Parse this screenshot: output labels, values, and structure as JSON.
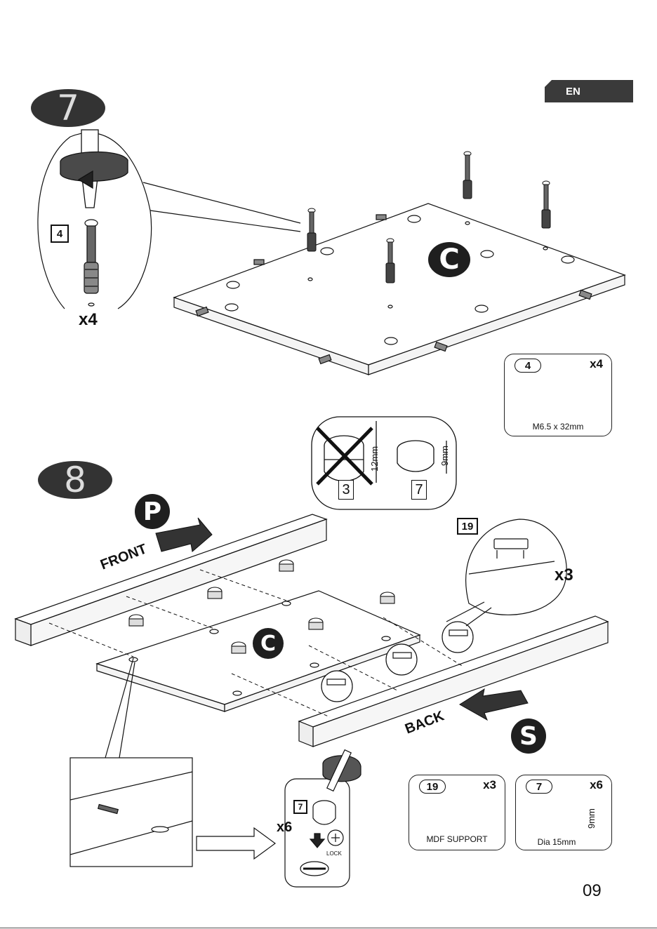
{
  "header": {
    "language": "EN"
  },
  "step7": {
    "number": "7",
    "panel_label": "C",
    "part_tag": "4",
    "quantity": "x4",
    "card": {
      "number": "4",
      "quantity": "x4",
      "caption": "M6.5 x 32mm"
    }
  },
  "cam_compare": {
    "wrong_dimension": "12mm",
    "wrong_part": "3",
    "right_dimension": "9mm",
    "right_part": "7"
  },
  "step8": {
    "number": "8",
    "front_badge": "P",
    "front_label": "FRONT",
    "panel_label": "C",
    "back_badge": "S",
    "back_label": "BACK",
    "support_tag": "19",
    "support_quantity": "x3",
    "cam_tag": "7",
    "cam_quantity": "x6",
    "lock_label": "LOCK"
  },
  "cards": {
    "support": {
      "number": "19",
      "quantity": "x3",
      "caption": "MDF SUPPORT"
    },
    "cam": {
      "number": "7",
      "quantity": "x6",
      "dimension": "9mm",
      "caption": "Dia 15mm"
    }
  },
  "footer": {
    "page_number": "09"
  }
}
